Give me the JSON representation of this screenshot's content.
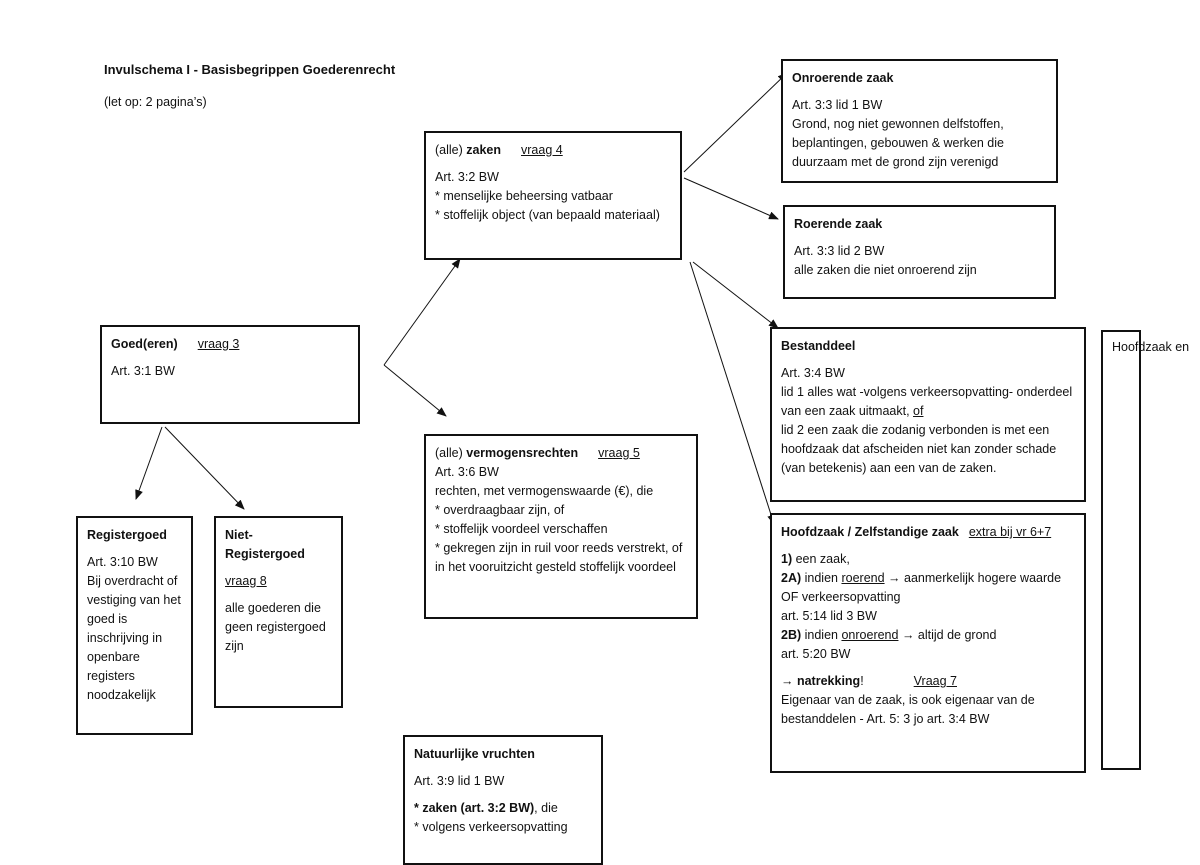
{
  "title": "Invulschema I - Basisbegrippen Goederenrecht",
  "note": "(let op: 2 pagina’s)",
  "goed": {
    "title": "Goed(eren)",
    "vraag": "vraag 3",
    "art": "Art. 3:1 BW"
  },
  "zaken": {
    "prefix": "(alle) ",
    "title": "zaken",
    "vraag": "vraag 4",
    "art": "Art. 3:2 BW",
    "items": [
      "* menselijke beheersing vatbaar",
      "* stoffelijk object (van bepaald materiaal)"
    ]
  },
  "vermogensrechten": {
    "prefix": "(alle) ",
    "title": "vermogensrechten",
    "vraag": "vraag 5",
    "art": "Art. 3:6 BW",
    "intro": "rechten, met vermogenswaarde (€), die",
    "items": [
      "* overdraagbaar zijn, of",
      "* stoffelijk voordeel verschaffen",
      "* gekregen zijn in ruil voor reeds verstrekt, of in het vooruitzicht gesteld stoffelijk voordeel"
    ]
  },
  "registergoed": {
    "title": "Registergoed",
    "art": "Art. 3:10 BW",
    "text": "Bij overdracht of vestiging van het goed is inschrijving in openbare registers noodzakelijk"
  },
  "niet_registergoed": {
    "title": "Niet-Registergoed",
    "vraag": "vraag 8",
    "text": "alle goederen die geen registergoed zijn"
  },
  "natuurlijke_vruchten": {
    "title": "Natuurlijke vruchten",
    "art": "Art. 3:9 lid 1 BW",
    "item1_bold": "* zaken (art. 3:2 BW)",
    "item1_rest": ", die",
    "item2": "* volgens verkeersopvatting"
  },
  "onroerende": {
    "title": "Onroerende zaak",
    "art": "Art. 3:3 lid 1 BW",
    "text": "Grond, nog niet gewonnen delfstoffen, beplantingen, gebouwen & werken die duurzaam met de grond zijn verenigd"
  },
  "roerende": {
    "title": "Roerende zaak",
    "art": "Art. 3:3 lid 2 BW",
    "text": "alle zaken die niet onroerend zijn"
  },
  "bestanddeel": {
    "title": "Bestanddeel",
    "art": "Art. 3:4 BW",
    "lid1": "lid 1 alles wat -volgens verkeersopvatting- onderdeel van een zaak uitmaakt, ",
    "of": "of",
    "lid2": "lid 2 een zaak die zodanig verbonden is met een hoofdzaak dat afscheiden niet kan zonder schade (van betekenis) aan een van de zaken."
  },
  "hoofdzaak": {
    "title": "Hoofdzaak / Zelfstandige zaak",
    "extra": "extra bij vr 6+7",
    "l1_num": "1)",
    "l1": " een zaak,",
    "l2a_num": "2A)",
    "l2a_pre": " indien ",
    "l2a_u": "roerend",
    "l2a_post": " → aanmerkelijk hogere waarde OF verkeersopvatting",
    "l2a_art": "art. 5:14 lid 3 BW",
    "l2b_num": "2B)",
    "l2b_pre": " indien ",
    "l2b_u": "onroerend",
    "l2b_post": " → altijd de grond",
    "l2b_art": "art. 5:20 BW",
    "natrekking": "→ natrekking",
    "excl": "!",
    "vraag": "Vraag 7",
    "last": "Eigenaar van de zaak, is ook eigenaar van de bestanddelen  - Art. 5: 3 jo art. 3:4 BW"
  },
  "cutoff_text": "Hoofdzaak en"
}
